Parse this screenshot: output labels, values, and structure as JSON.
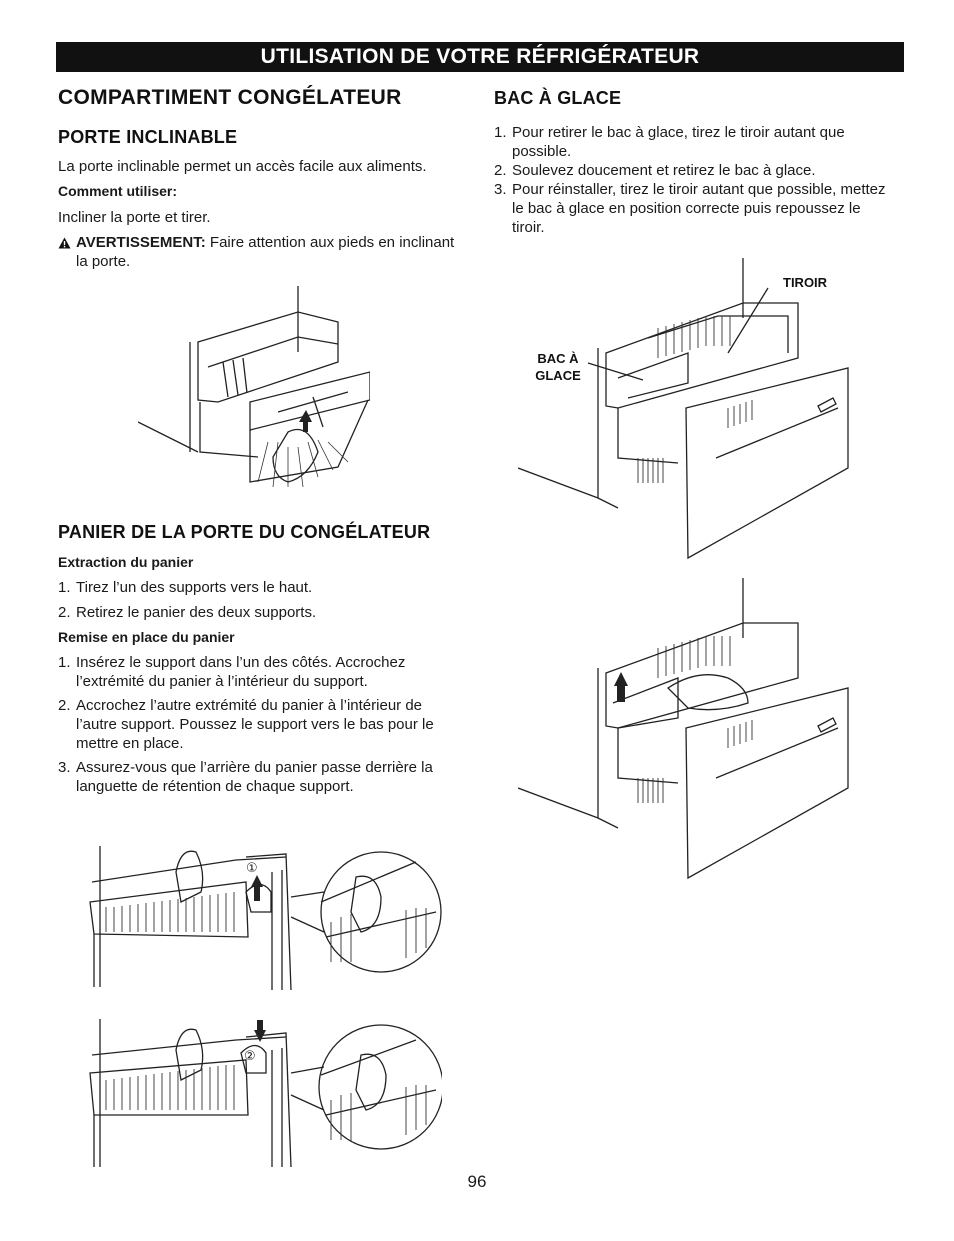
{
  "header": {
    "title": "UTILISATION DE VOTRE RÉFRIGÉRATEUR"
  },
  "left": {
    "section_title": "COMPARTIMENT CONGÉLATEUR",
    "porte": {
      "title": "PORTE INCLINABLE",
      "intro": "La porte inclinable permet un accès facile aux aliments.",
      "how_label": "Comment utiliser:",
      "how_text": "Incliner la porte et tirer.",
      "warning_label": "AVERTISSEMENT:",
      "warning_text": " Faire attention aux pieds en inclinant la porte."
    },
    "panier": {
      "title": "PANIER DE LA PORTE DU CONGÉLATEUR",
      "extraction_label": "Extraction du panier",
      "extraction_steps": [
        "Tirez l’un des supports vers le haut.",
        "Retirez le panier des deux supports."
      ],
      "remise_label": "Remise en place du panier",
      "remise_steps": [
        "Insérez le support dans l’un des côtés. Accrochez l’extrémité du panier à l’intérieur du support.",
        "Accrochez l’autre extrémité du panier à l’intérieur de l’autre support. Poussez le support vers le bas pour le mettre en place.",
        "Assurez-vous que l’arrière du panier passe derrière la languette de rétention de chaque support."
      ]
    }
  },
  "right": {
    "bac": {
      "title": "BAC À GLACE",
      "steps": [
        "Pour retirer le bac à glace, tirez le tiroir autant que possible.",
        "Soulevez doucement et retirez le bac à glace.",
        "Pour réinstaller, tirez le tiroir autant que possible, mettez le bac à glace en position correcte puis repoussez le tiroir."
      ]
    },
    "labels": {
      "tiroir": "TIROIR",
      "bac_line1": "BAC À",
      "bac_line2": "GLACE"
    }
  },
  "figures": {
    "step1_marker": "①",
    "step2_marker": "②"
  },
  "page_number": "96"
}
